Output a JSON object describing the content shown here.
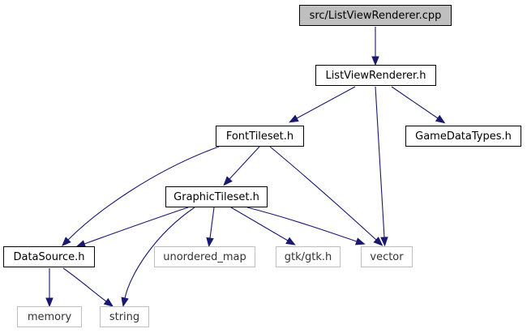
{
  "nodes": {
    "listviewrenderer_cpp": "src/ListViewRenderer.cpp",
    "listviewrenderer_h": "ListViewRenderer.h",
    "fonttileset_h": "FontTileset.h",
    "gamedatatypes_h": "GameDataTypes.h",
    "graphictileset_h": "GraphicTileset.h",
    "datasource_h": "DataSource.h",
    "unordered_map": "unordered_map",
    "gtk_gtk_h": "gtk/gtk.h",
    "vector": "vector",
    "memory": "memory",
    "string": "string"
  },
  "edges": [
    {
      "from": "listviewrenderer_cpp",
      "to": "listviewrenderer_h"
    },
    {
      "from": "listviewrenderer_h",
      "to": "fonttileset_h"
    },
    {
      "from": "listviewrenderer_h",
      "to": "gamedatatypes_h"
    },
    {
      "from": "listviewrenderer_h",
      "to": "vector"
    },
    {
      "from": "fonttileset_h",
      "to": "graphictileset_h"
    },
    {
      "from": "fonttileset_h",
      "to": "datasource_h"
    },
    {
      "from": "fonttileset_h",
      "to": "vector"
    },
    {
      "from": "graphictileset_h",
      "to": "datasource_h"
    },
    {
      "from": "graphictileset_h",
      "to": "unordered_map"
    },
    {
      "from": "graphictileset_h",
      "to": "gtk_gtk_h"
    },
    {
      "from": "graphictileset_h",
      "to": "vector"
    },
    {
      "from": "graphictileset_h",
      "to": "string"
    },
    {
      "from": "datasource_h",
      "to": "memory"
    },
    {
      "from": "datasource_h",
      "to": "string"
    }
  ],
  "colors": {
    "edge": "#191970",
    "root_fill": "#bfbfbf",
    "local_border": "#000000",
    "system_border": "#bfbfbf"
  }
}
